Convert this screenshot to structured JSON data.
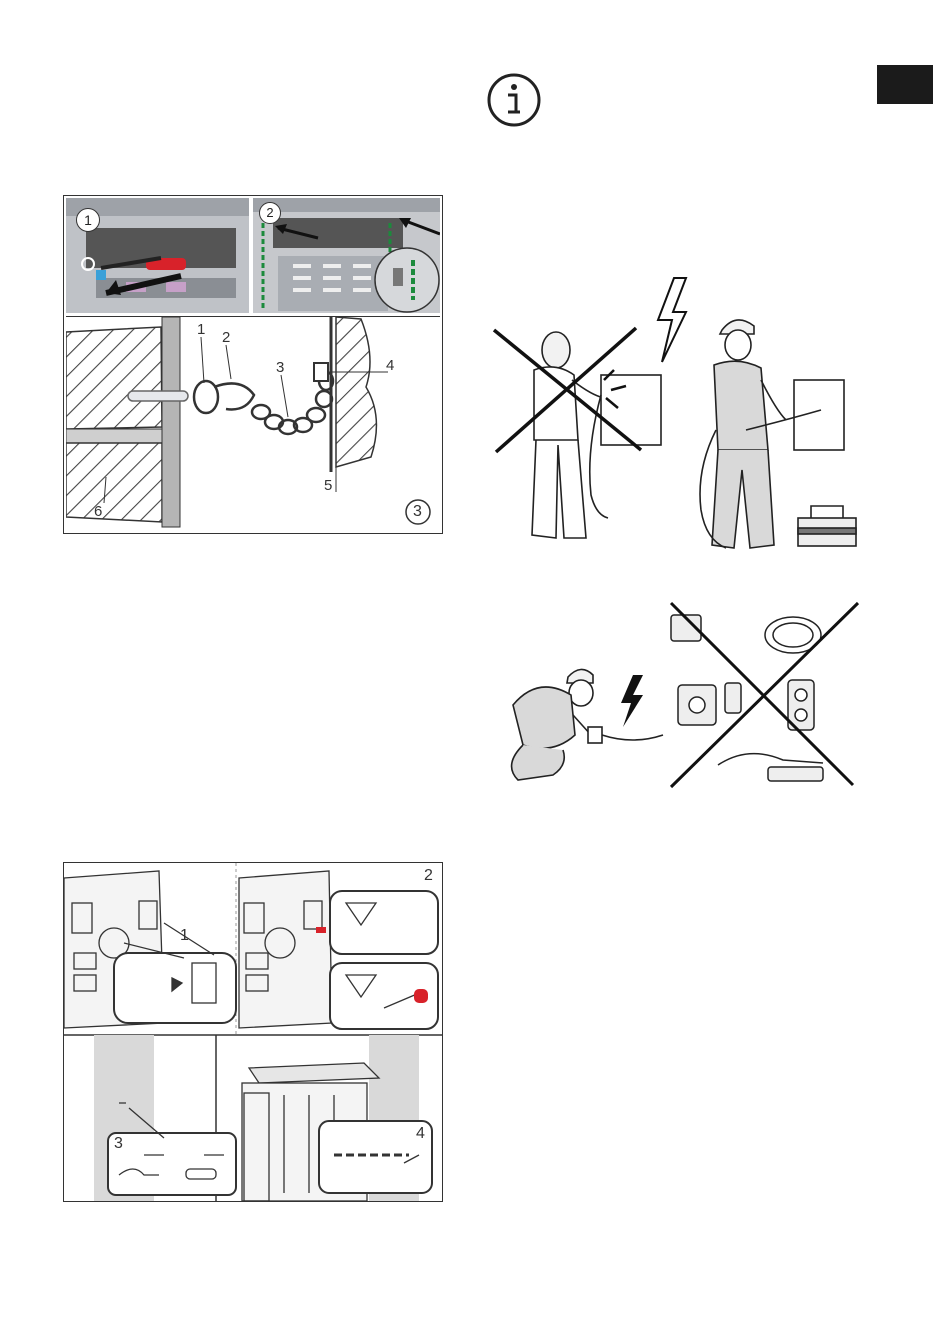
{
  "figure_top": {
    "photo_1_number": "1",
    "photo_2_number": "2",
    "callouts": [
      "1",
      "2",
      "3",
      "4",
      "5",
      "6"
    ],
    "diagram_number": "3"
  },
  "figure_bottom": {
    "labels": [
      "1",
      "2",
      "3",
      "4"
    ]
  },
  "icons": {
    "info": "info-icon",
    "lightning": "lightning-bolt-icon",
    "prohibited": "cross-out-icon"
  },
  "colors": {
    "lang_tab": "#1b1b1b",
    "screwdriver_red": "#d8222a",
    "chain_green": "#1c8a3c",
    "accent_blue": "#3aa0d8"
  }
}
